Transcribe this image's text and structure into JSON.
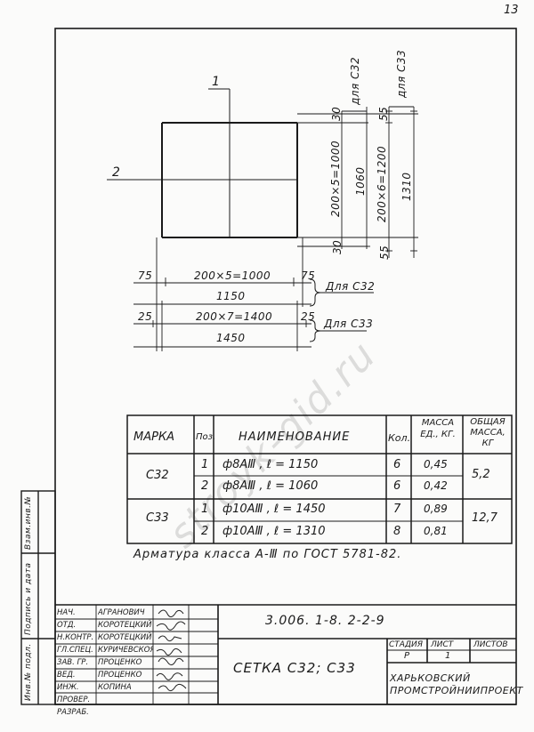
{
  "sheet_number": "13",
  "leader_labels": {
    "one": "1",
    "two": "2"
  },
  "dims": {
    "top_30": "30",
    "top_55": "55",
    "bot_30": "30",
    "bot_55": "55",
    "for_c32_v": "для С32",
    "for_c33_v": "для С33",
    "v_200x5": "200×5=1000",
    "v_1060": "1060",
    "v_200x6": "200×6=1200",
    "v_1310": "1310",
    "left_75": "75",
    "h_200x5": "200×5=1000",
    "right_75": "75",
    "h_1150": "1150",
    "left_25": "25",
    "h_200x7": "200×7=1400",
    "right_25": "25",
    "h_1450": "1450",
    "for_c32_h": "Для С32",
    "for_c33_h": "Для С33"
  },
  "table": {
    "headers": {
      "mark": "МАРКА",
      "pos": "Поз.",
      "name": "НАИМЕНОВАНИЕ",
      "qty": "Кол.",
      "unit_mass": "МАССА ЕД., КГ.",
      "total_mass": "ОБЩАЯ МАССА, КГ"
    },
    "groups": [
      {
        "mark": "С32",
        "total": "5,2",
        "rows": [
          {
            "pos": "1",
            "name": "ф8АⅢ ,  ℓ = 1150",
            "qty": "6",
            "mass": "0,45"
          },
          {
            "pos": "2",
            "name": "ф8АⅢ ,  ℓ = 1060",
            "qty": "6",
            "mass": "0,42"
          }
        ]
      },
      {
        "mark": "С33",
        "total": "12,7",
        "rows": [
          {
            "pos": "1",
            "name": "ф10АⅢ ,  ℓ = 1450",
            "qty": "7",
            "mass": "0,89"
          },
          {
            "pos": "2",
            "name": "ф10АⅢ ,  ℓ = 1310",
            "qty": "8",
            "mass": "0,81"
          }
        ]
      }
    ]
  },
  "note": "Арматура класса А-Ⅲ по ГОСТ 5781-82.",
  "side_stamp": {
    "inv_podl": "Инв.№ подл.",
    "podpis": "Подпись и дата",
    "vzam": "Взам.инв.№"
  },
  "title_block": {
    "roles": [
      "НАЧ. ОТД.",
      "Н.КОНТР.",
      "ГЛ.СПЕЦ.",
      "ЗАВ. ГР.",
      "ВЕД. ИНЖ.",
      "ПРОВЕР.",
      "РАЗРАБ."
    ],
    "names": [
      "АГРАНОВИЧ",
      "КОРОТЕЦКИЙ",
      "КОРОТЕЦКИЙ",
      "КУРИЧЕВСКОЯ",
      "ПРОЦЕНКО",
      "ПРОЦЕНКО",
      "КОПИНА"
    ],
    "doc_code": "3.006. 1-8. 2-2-9",
    "sheet_title": "СЕТКА С32; С33",
    "stage_label": "СТАДИЯ",
    "sheet_label": "ЛИСТ",
    "sheets_label": "ЛИСТОВ",
    "stage": "Р",
    "sheet": "1",
    "org": "ХАРЬКОВСКИЙ ПРОМСТРОЙНИИПРОЕКТ"
  },
  "watermark": "stroyk-gid.ru"
}
